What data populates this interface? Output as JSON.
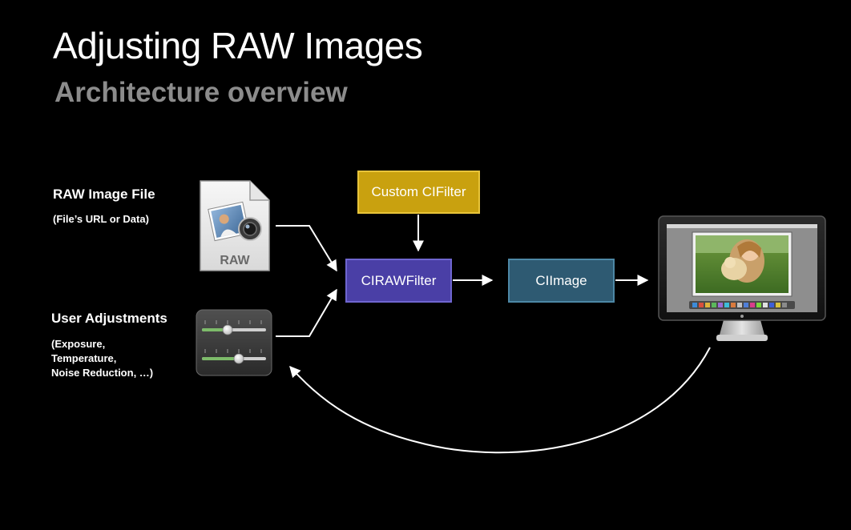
{
  "slide": {
    "title": "Adjusting RAW Images",
    "subtitle": "Architecture overview"
  },
  "inputs": {
    "raw_file": {
      "label": "RAW Image File",
      "detail": "(File’s URL or Data)",
      "icon": "raw-document-icon",
      "icon_text": "RAW"
    },
    "user_adjustments": {
      "label": "User Adjustments",
      "detail_lines": [
        "(Exposure,",
        "Temperature,",
        "Noise Reduction, …)"
      ],
      "icon": "sliders-icon"
    }
  },
  "nodes": {
    "custom_filter": {
      "label": "Custom CIFilter",
      "color": "#c9a10f",
      "border": "#e8c43a"
    },
    "raw_filter": {
      "label": "CIRAWFilter",
      "color": "#4a3fa6",
      "border": "#6f66d0"
    },
    "ci_image": {
      "label": "CIImage",
      "color": "#2e5a72",
      "border": "#4d88a6"
    }
  },
  "output": {
    "icon": "display-monitor-icon"
  },
  "colors": {
    "background": "#000000",
    "text": "#ffffff",
    "subtitle": "#8c8c8c",
    "arrow": "#ffffff"
  }
}
